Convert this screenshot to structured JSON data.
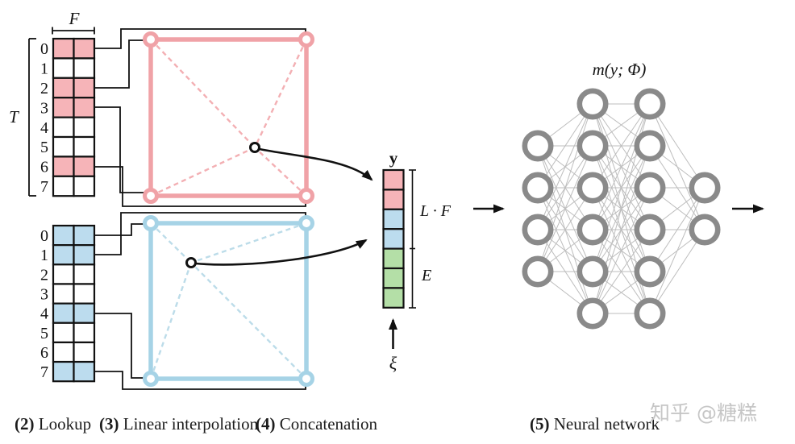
{
  "figure": {
    "lookup": {
      "f_label": "F",
      "t_label": "T",
      "row_labels": [
        "0",
        "1",
        "2",
        "3",
        "4",
        "5",
        "6",
        "7"
      ],
      "tables": [
        {
          "name": "fine-level-table",
          "highlight": [
            0,
            2,
            3,
            6
          ],
          "cell_color": "#f6b4b8",
          "accent": "#f0a2a7",
          "dash": "#f3afb3"
        },
        {
          "name": "coarse-level-table",
          "highlight": [
            0,
            1,
            4,
            7
          ],
          "cell_color": "#bcdcee",
          "accent": "#a6d3e6",
          "dash": "#bcdce9"
        }
      ]
    },
    "concat": {
      "vector_label": "y",
      "cells": [
        "#f6b4b8",
        "#f6b4b8",
        "#bcdcee",
        "#bcdcee",
        "#b4dfa7",
        "#b4dfa7",
        "#b4dfa7"
      ],
      "top_bracket_label": "L · F",
      "bottom_bracket_label": "E",
      "xi_label": "ξ"
    },
    "nn": {
      "title": "m(y; Φ)",
      "layers": [
        4,
        6,
        6,
        2
      ],
      "node_color": "#8a8a8a",
      "edge_color": "#bdbdbd"
    },
    "captions": [
      {
        "num": "(2)",
        "label": "Lookup"
      },
      {
        "num": "(3)",
        "label": "Linear interpolation"
      },
      {
        "num": "(4)",
        "label": "Concatenation"
      },
      {
        "num": "(5)",
        "label": "Neural network"
      }
    ],
    "watermark": "知乎 @糖糕"
  }
}
